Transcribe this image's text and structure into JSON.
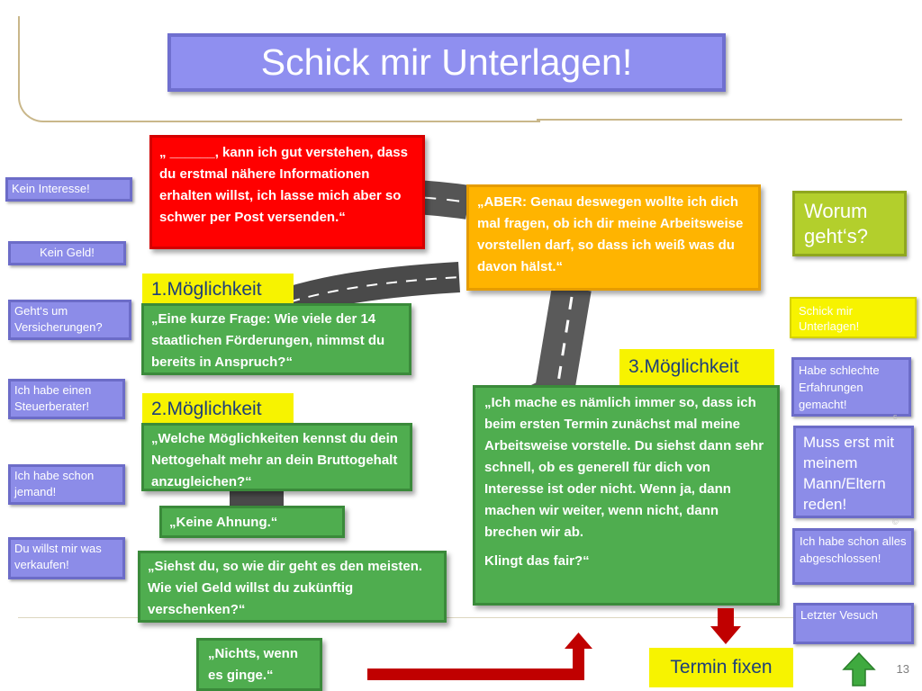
{
  "slide": {
    "title": "Schick mir Unterlagen!",
    "page_number": "13",
    "copyright_mark": "©",
    "margin_letter": "s"
  },
  "left_menu": [
    "Kein Interesse!",
    "Kein Geld!",
    "Geht‘s um Versicherungen?",
    "Ich habe einen Steuerberater!",
    "Ich habe schon jemand!",
    "Du willst mir was verkaufen!"
  ],
  "right_menu": {
    "worum": "Worum geht‘s?",
    "schick": "Schick mir Unterlagen!",
    "erfahrungen": "Habe schlechte Erfahrungen gemacht!",
    "mann": "Muss erst mit meinem Mann/Eltern reden!",
    "abgeschlossen": "Ich habe schon alles abgeschlossen!",
    "letzter": "Letzter Vesuch"
  },
  "content": {
    "red_box": "„ ______, kann ich gut verstehen, dass du erstmal nähere Informationen erhalten willst, ich lasse mich aber so schwer per Post versenden.“",
    "orange_box": "„ABER: Genau deswegen wollte ich dich mal fragen, ob ich dir meine Arbeitsweise vorstellen darf, so dass ich weiß was du davon hälst.“",
    "option1_label": "1.Möglichkeit",
    "option1_text": "„Eine kurze Frage: Wie viele der 14 staatlichen Förderungen, nimmst du bereits in Anspruch?“",
    "option2_label": "2.Möglichkeit",
    "option2_text": "„Welche Möglichkeiten kennst du dein Nettogehalt mehr an dein Bruttogehalt anzugleichen?“",
    "keine_ahnung": "„Keine Ahnung.“",
    "siehst_du": "„Siehst du, so wie dir geht es den meisten. Wie viel Geld willst du zukünftig verschenken?“",
    "nichts": "„Nichts, wenn es ginge.“",
    "option3_label": "3.Möglichkeit",
    "option3_text": "„Ich mache es nämlich immer so, dass ich beim ersten Termin zunächst mal meine Arbeitsweise vorstelle.  Du siehst dann sehr schnell, ob es generell für dich von Interesse ist oder nicht. Wenn ja, dann machen wir weiter, wenn nicht, dann brechen wir ab.",
    "option3_close": "Klingt das fair?“",
    "termin": "Termin fixen"
  },
  "colors": {
    "menu_blue": "#8c8ce8",
    "title_blue": "#8f8ff0",
    "red": "#ff0000",
    "orange": "#ffb400",
    "green": "#4fad4f",
    "yellow": "#f7f300",
    "olive": "#b3cf2c",
    "arrow_red": "#c00000",
    "arrow_green": "#3faa3f"
  },
  "icons": [
    "road-illustration",
    "arrow-down-icon",
    "corner-arrow-icon",
    "home-up-arrow-icon"
  ]
}
